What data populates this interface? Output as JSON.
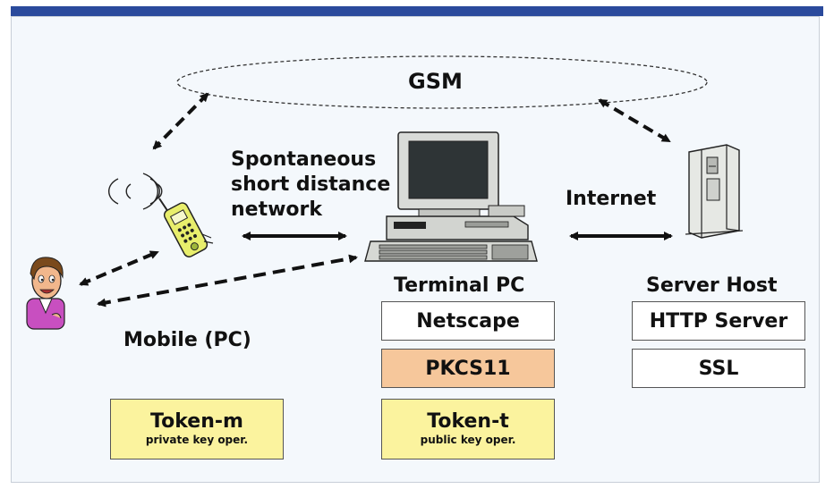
{
  "labels": {
    "gsm": "GSM",
    "spontaneous_1": "Spontaneous",
    "spontaneous_2": "short distance",
    "spontaneous_3": "network",
    "internet": "Internet",
    "mobile": "Mobile (PC)",
    "terminal": "Terminal PC",
    "server": "Server Host"
  },
  "terminal_stack": {
    "netscape": "Netscape",
    "pkcs11": "PKCS11"
  },
  "server_stack": {
    "http": "HTTP Server",
    "ssl": "SSL"
  },
  "tokens": {
    "mobile": {
      "title": "Token-m",
      "subtitle": "private key oper."
    },
    "terminal": {
      "title": "Token-t",
      "subtitle": "public key oper."
    }
  },
  "colors": {
    "header_bar": "#2a4a9c",
    "token_fill": "#fbf39e",
    "pkcs_fill": "#f6c79b",
    "panel_bg": "#f4f8fc"
  }
}
